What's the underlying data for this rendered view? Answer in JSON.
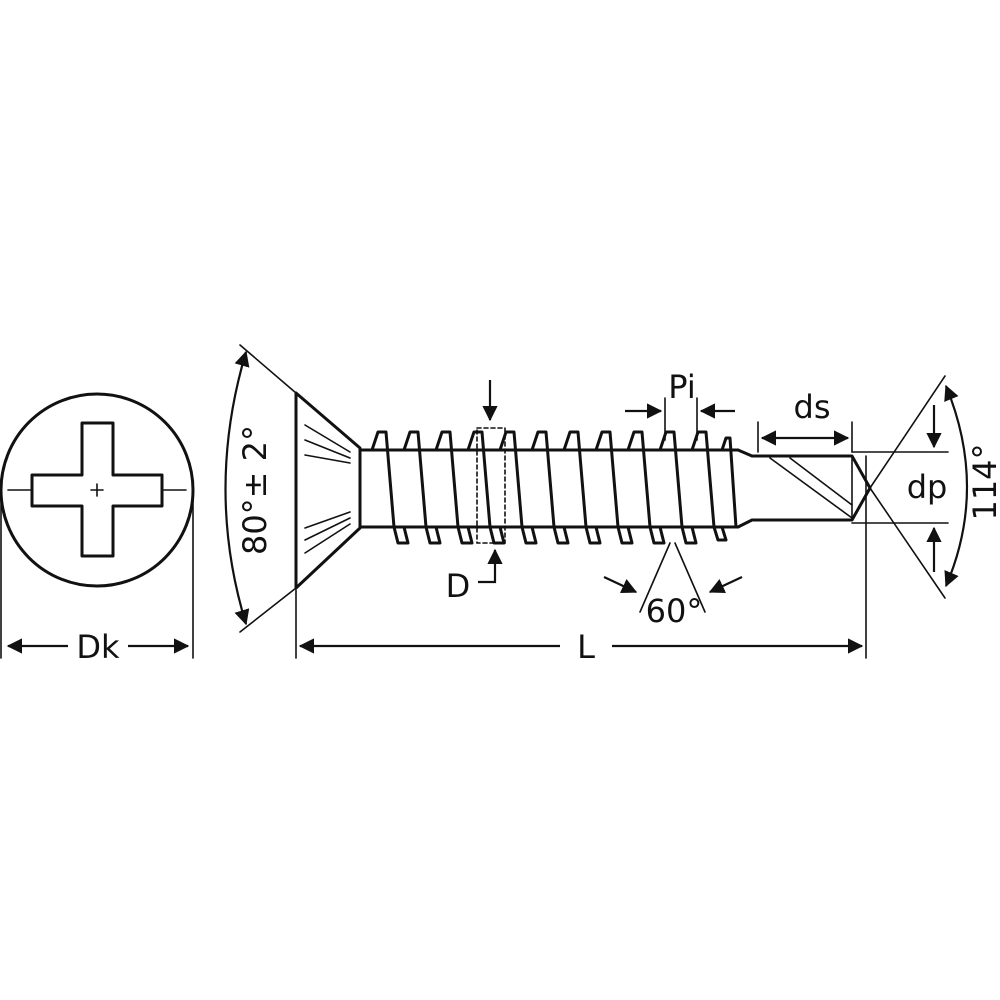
{
  "labels": {
    "head_diameter": "Dk",
    "head_angle": "80°± 2°",
    "thread_diameter": "D",
    "length": "L",
    "pitch": "Pi",
    "thread_angle": "60°",
    "drill_length": "ds",
    "drill_diameter": "dp",
    "point_angle": "114°"
  },
  "colors": {
    "line": "#111111",
    "background": "#ffffff"
  }
}
